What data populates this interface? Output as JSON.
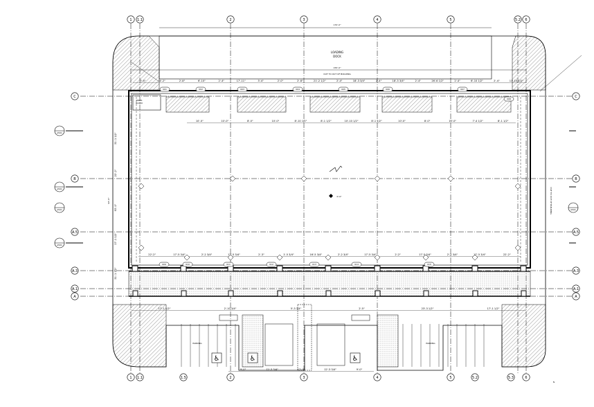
{
  "grid": {
    "columns": [
      "1",
      "1.1",
      "2",
      "3",
      "4",
      "5",
      "5.2",
      "6"
    ],
    "columns_bottom": [
      "1",
      "1.1",
      "1.5",
      "2",
      "3",
      "4",
      "5",
      "5.2",
      "5.3",
      "6"
    ],
    "rows": [
      "C",
      "B",
      "A.5",
      "A.3",
      "A.1",
      "A"
    ]
  },
  "labels": {
    "overall_dim": "170'-0\"",
    "loading_dock_1": "LOADING",
    "loading_dock_2": "DOCK",
    "dock_dim": "155'-0\"",
    "out_to_out": "OUT TO OUT OF BUILDING",
    "riser_room_1": "RISER",
    "riser_room_2": "ROOM",
    "parking_left": "PARKING",
    "parking_right": "PARKING",
    "side_dim_left": "93'-0\"",
    "side_out_to_out": "OUT TO OUT OF BUILDING",
    "north_mark": "N",
    "section_tag": "A501",
    "spot_elev": "0'-0\""
  },
  "dims_top": [
    "7'-4\"",
    "4'-2\"",
    "2'-8\"",
    "6'-10\"",
    "2'-4\"",
    "17'-11\"",
    "3'-4\"",
    "2'-0\"",
    "2'-8\"",
    "21'-2 1/2\"",
    "2'-4\"",
    "18'-3 3/4\"",
    "2'-4\"",
    "18'-3 3/4\"",
    "2'-4\"",
    "26'-6 1/2\"",
    "2'-4\"",
    "6'-10 1/2\"",
    "2'-4\"",
    "13'-10 1/2\""
  ],
  "dims_second": [
    "10'-0\"",
    "10'-0\"",
    "8'-0\"",
    "10'-0\"",
    "8'-10 1/2\"",
    "8'-1 1/2\"",
    "10'-10 1/2\"",
    "8'-1 1/2\"",
    "10'-0\"",
    "8'-0\"",
    "10'-0\"",
    "7'-4 1/2\"",
    "8'-1 1/2\""
  ],
  "dims_storefront": [
    "22'-2\"",
    "17'-5 3/4\"",
    "2'-2 3/4\"",
    "17'-5 3/4\"",
    "2'-3\"",
    "1'-5 3/4\"",
    "16'-5 3/4\"",
    "2'-2 3/4\"",
    "17'-5 3/4\"",
    "2'-2\"",
    "17'-5 3/4\"",
    "2'-2 3/4\"",
    "17'-5 3/4\"",
    "22'-2\""
  ],
  "dims_bottom": [
    "17'-1 1/2\"",
    "2'-10 3/4\"",
    "5'-3 3/4\"",
    "2'-5\"",
    "23'-3 1/2\"",
    "17'-1 1/2\""
  ],
  "dims_parking": [
    "9'-0\"",
    "12'-3 3/4\"",
    "12'-0\"",
    "12'-3 3/4\"",
    "9'-0\""
  ],
  "dims_left": [
    "31'-1 1/2\"",
    "22'-2\"",
    "93'-0\"",
    "17'-1 1/2\"",
    "31'-1 1/2\""
  ],
  "tags": [
    "001",
    "002",
    "003",
    "004",
    "005",
    "006",
    "007",
    "008",
    "009",
    "010",
    "011",
    "012",
    "013",
    "014",
    "015"
  ]
}
